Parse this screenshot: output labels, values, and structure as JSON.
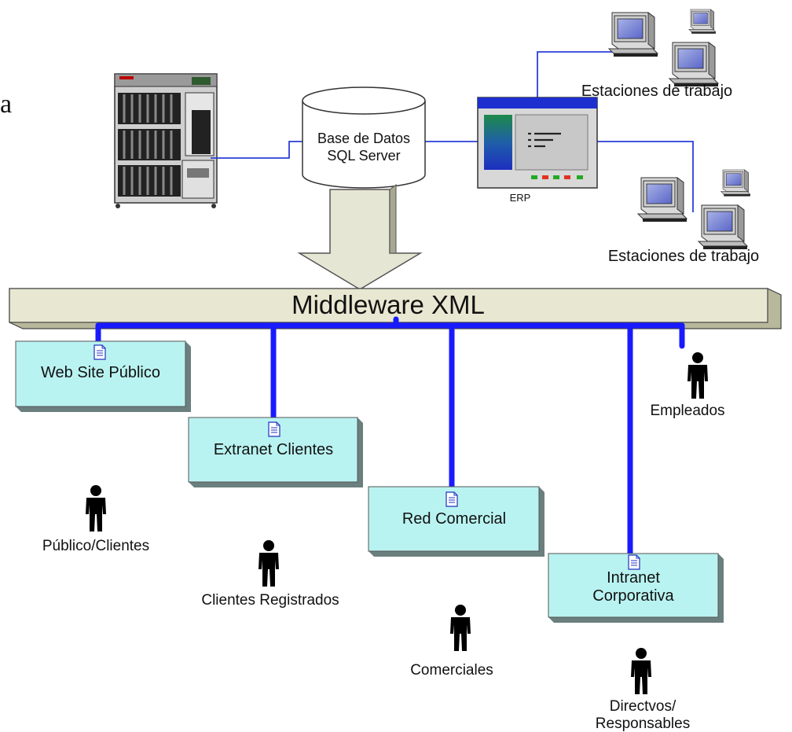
{
  "colors": {
    "connector_blue": "#1a1aff",
    "thin_link_blue": "#2b3fd6",
    "box_fill": "#b9f3f1",
    "bar_fill": "#e8e8d2",
    "db_fill": "#ffffff",
    "arrow_fill": "#e6e6d4"
  },
  "fragment": {
    "text": "a"
  },
  "server": {
    "icon": "server-rack-icon"
  },
  "database": {
    "line1": "Base de Datos",
    "line2": "SQL Server",
    "icon": "database-cylinder-icon"
  },
  "erp": {
    "label": "ERP",
    "icon": "erp-application-icon"
  },
  "workstations_top": {
    "label": "Estaciones de trabajo",
    "icon": "computer-monitor-icon"
  },
  "workstations_right": {
    "label": "Estaciones de trabajo",
    "icon": "computer-monitor-icon"
  },
  "middleware": {
    "label": "Middleware XML"
  },
  "boxes": {
    "web_site": {
      "label": "Web Site Público",
      "icon": "document-icon"
    },
    "extranet": {
      "label": "Extranet Clientes",
      "icon": "document-icon"
    },
    "red_comercial": {
      "label": "Red Comercial",
      "icon": "document-icon"
    },
    "intranet": {
      "line1": "Intranet",
      "line2": "Corporativa",
      "icon": "document-icon"
    }
  },
  "people": {
    "empleados": {
      "label": "Empleados",
      "icon": "person-icon"
    },
    "publico": {
      "label": "Público/Clientes",
      "icon": "person-icon"
    },
    "registrados": {
      "label": "Clientes Registrados",
      "icon": "person-icon"
    },
    "comerciales": {
      "label": "Comerciales",
      "icon": "person-icon"
    },
    "directivos": {
      "line1": "Directvos/",
      "line2": "Responsables",
      "icon": "person-icon"
    }
  }
}
